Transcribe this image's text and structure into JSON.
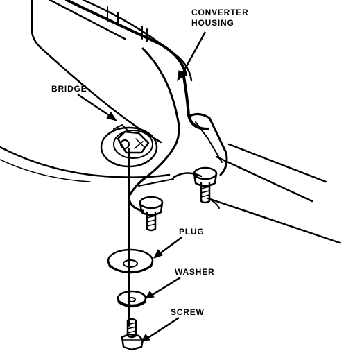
{
  "labels": {
    "converter_line1": "CONVERTER",
    "converter_line2": "HOUSING",
    "bridge": "BRIDGE",
    "plug": "PLUG",
    "washer": "WASHER",
    "screw": "SCREW"
  },
  "colors": {
    "ink": "#000000",
    "background": "#ffffff"
  }
}
